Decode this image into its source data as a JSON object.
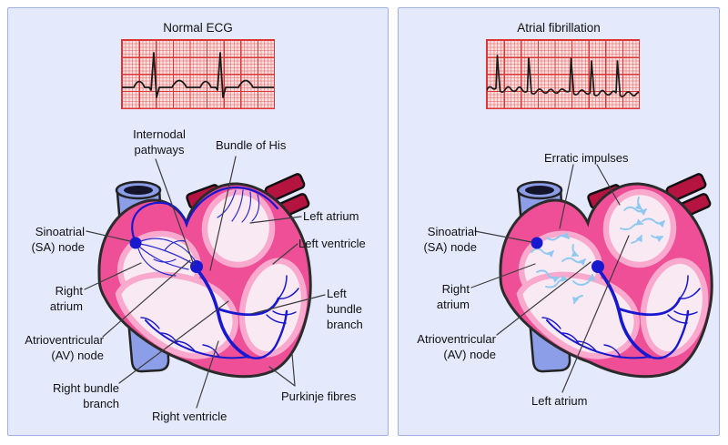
{
  "figure": {
    "description_left": "Normal ECG",
    "description_right": "Atrial fibrillation"
  },
  "colors": {
    "panel_bg": "#e4eafb",
    "panel_border": "#9fb0e4",
    "ecg_grid_bg": "#fbdede",
    "ecg_grid_line": "#dd3434",
    "ecg_trace": "#1a1a1a",
    "heart_wall": "#ee4f97",
    "heart_wall_inner": "#f9a9ce",
    "chamber_fill": "#f9e9f2",
    "vein_blue": "#8d9ee9",
    "artery_red": "#b51441",
    "conduction_blue": "#1818cf",
    "erratic_impulse_blue": "#8fc9ef",
    "label_text": "#111111",
    "leader_line": "#3c3c3c"
  },
  "panels": [
    {
      "title": "Normal ECG",
      "labels": {
        "internodal_pathways": "Internodal pathways",
        "bundle_of_his": "Bundle of His",
        "sinoatrial_node": "Sinoatrial (SA) node",
        "left_atrium": "Left atrium",
        "left_ventricle": "Left ventricle",
        "right_atrium": "Right atrium",
        "atrioventricular_node": "Atrioventricular (AV) node",
        "right_bundle_branch": "Right bundle branch",
        "right_ventricle": "Right ventricle",
        "purkinje_fibres": "Purkinje fibres",
        "left_bundle_branch": "Left bundle branch"
      }
    },
    {
      "title": "Atrial fibrillation",
      "labels": {
        "erratic_impulses": "Erratic impulses",
        "sinoatrial_node": "Sinoatrial (SA) node",
        "right_atrium": "Right atrium",
        "atrioventricular_node": "Atrioventricular (AV) node",
        "left_atrium": "Left atrium"
      }
    }
  ]
}
